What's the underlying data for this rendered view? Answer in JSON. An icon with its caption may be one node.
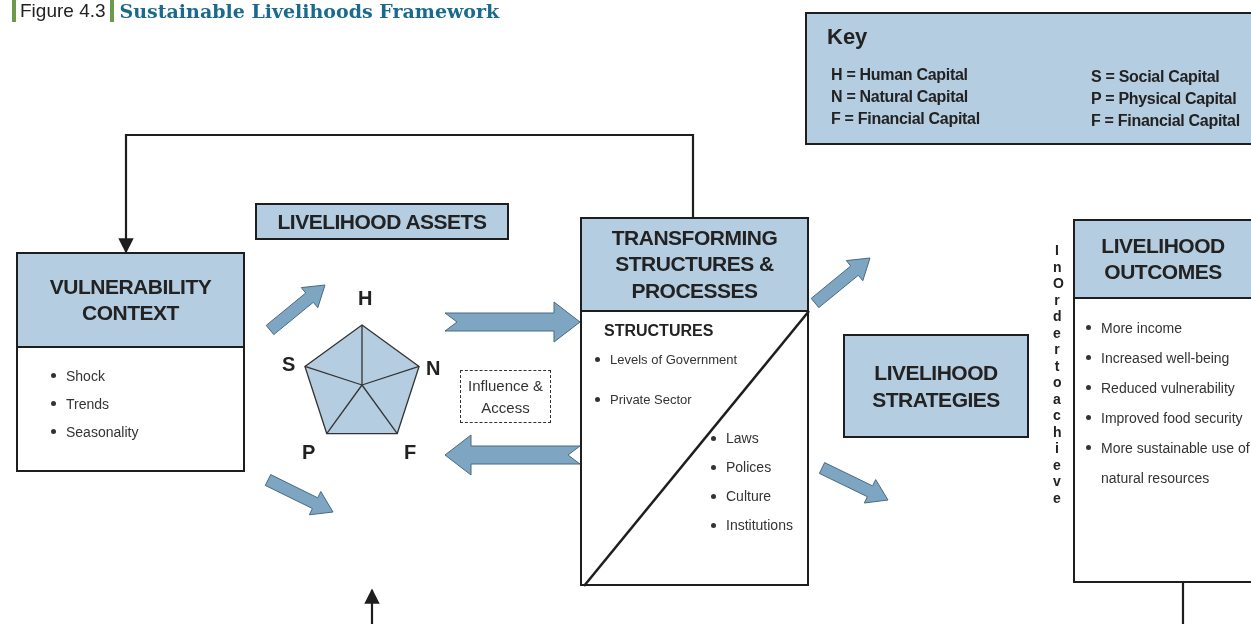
{
  "diagram": {
    "title": "Sustainable Livelihoods Framework",
    "nodes": [
      {
        "text": [
          "Key",
          "H = Human Capital",
          "N = Natural Capital",
          "F = Financial Capital",
          "S = Social Capital",
          "P = Physical Capital",
          "F = Financial Capital"
        ]
      },
      {
        "text": [
          "VULNERABILITY CONTEXT",
          "Shock",
          "Trends",
          "Seasonality"
        ]
      },
      {
        "text": [
          "LIVELIHOOD ASSETS"
        ]
      },
      {
        "text": [
          "H",
          "S",
          "N",
          "P",
          "F"
        ]
      },
      {
        "text": [
          "Influence & Access"
        ]
      },
      {
        "text": [
          "TRANSFORMING STRUCTURES & PROCESSES",
          "STRUCTURES",
          "Levels of Government",
          "Private Sector",
          "Laws",
          "Polices",
          "Culture",
          "Institutions"
        ]
      },
      {
        "text": [
          "LIVELIHOOD STRATEGIES"
        ]
      },
      {
        "text": [
          "LIVELIHOOD OUTCOMES",
          "More income",
          "Increased well-being",
          "Reduced vulnerability",
          "Improved food security",
          "More sustainable use of natural resources"
        ]
      }
    ],
    "edges": [
      {
        "from": 5,
        "to": 1,
        "arrow": "to"
      },
      {
        "from": 3,
        "to": 5,
        "arrow": "to",
        "style": "thick",
        "color": "#7ea6c2"
      },
      {
        "from": 5,
        "to": 3,
        "arrow": "to",
        "style": "thick",
        "color": "#7ea6c2"
      },
      {
        "from": 7,
        "to": null,
        "arrow": "none"
      },
      {
        "from": 1,
        "to": 3,
        "arrow": "to",
        "style": "thick",
        "color": "#7ea6c2"
      },
      {
        "from": 1,
        "to": 3,
        "arrow": "to",
        "style": "thick",
        "color": "#7ea6c2"
      },
      {
        "from": 5,
        "to": 6,
        "arrow": "to",
        "style": "thick",
        "color": "#7ea6c2"
      },
      {
        "from": 5,
        "to": 6,
        "arrow": "to",
        "style": "thick",
        "color": "#7ea6c2"
      }
    ],
    "labels": [
      "Figure 4.3",
      "In Order to achieve"
    ]
  }
}
